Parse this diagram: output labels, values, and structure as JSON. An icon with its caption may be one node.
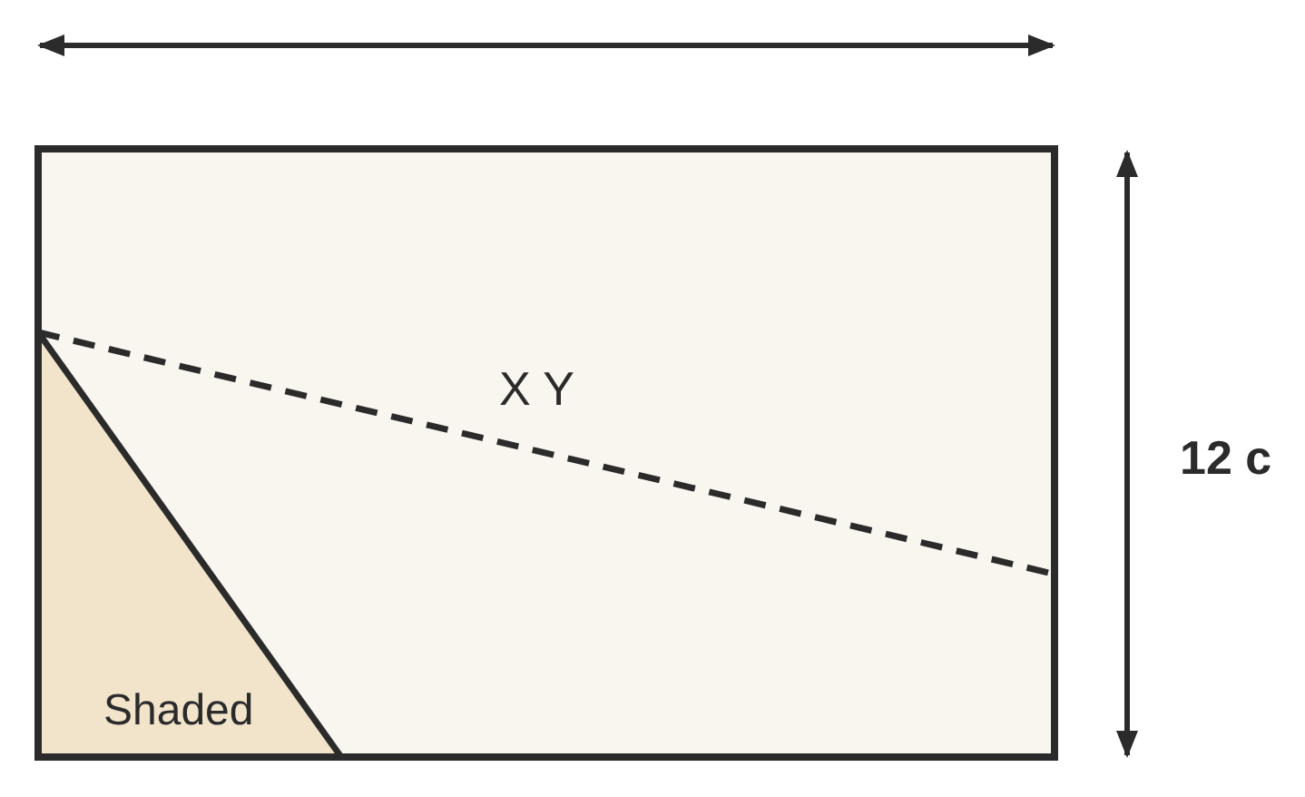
{
  "diagram": {
    "labels": [
      "X Y",
      "Shaded",
      "12 c"
    ]
  }
}
